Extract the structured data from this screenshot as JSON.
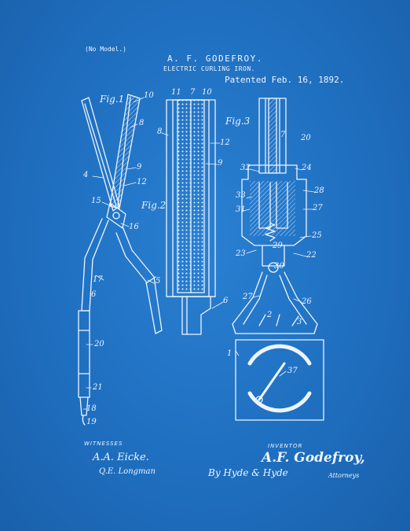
{
  "header": {
    "no_model": "(No Model.)",
    "inventor_name": "A. F. GODEFROY.",
    "invention": "ELECTRIC CURLING IRON.",
    "patented": "Patented Feb. 16, 1892."
  },
  "figures": {
    "fig1": "Fig.1",
    "fig2": "Fig.2",
    "fig3": "Fig.3"
  },
  "reference_numerals": {
    "fig1": [
      "10",
      "8",
      "9",
      "12",
      "4",
      "15",
      "16",
      "17",
      "6",
      "5",
      "20",
      "21",
      "18",
      "19"
    ],
    "fig2": [
      "11",
      "7",
      "10",
      "8",
      "12",
      "9",
      "6"
    ],
    "fig3": [
      "7",
      "20",
      "32",
      "24",
      "33",
      "31",
      "28",
      "27",
      "23",
      "25",
      "22",
      "30",
      "29",
      "27",
      "26",
      "2",
      "3",
      "1",
      "37"
    ]
  },
  "footer": {
    "witnesses_label": "WITNESSES",
    "witness1": "A.A. Eicke.",
    "witness2": "Q.E. Longman",
    "inventor_label": "INVENTOR",
    "inventor_signature": "A.F. Godefroy,",
    "by_line": "By Hyde & Hyde",
    "attorneys": "Attorneys"
  },
  "colors": {
    "background": "#1f6fc0",
    "line": "#eef5ff"
  }
}
